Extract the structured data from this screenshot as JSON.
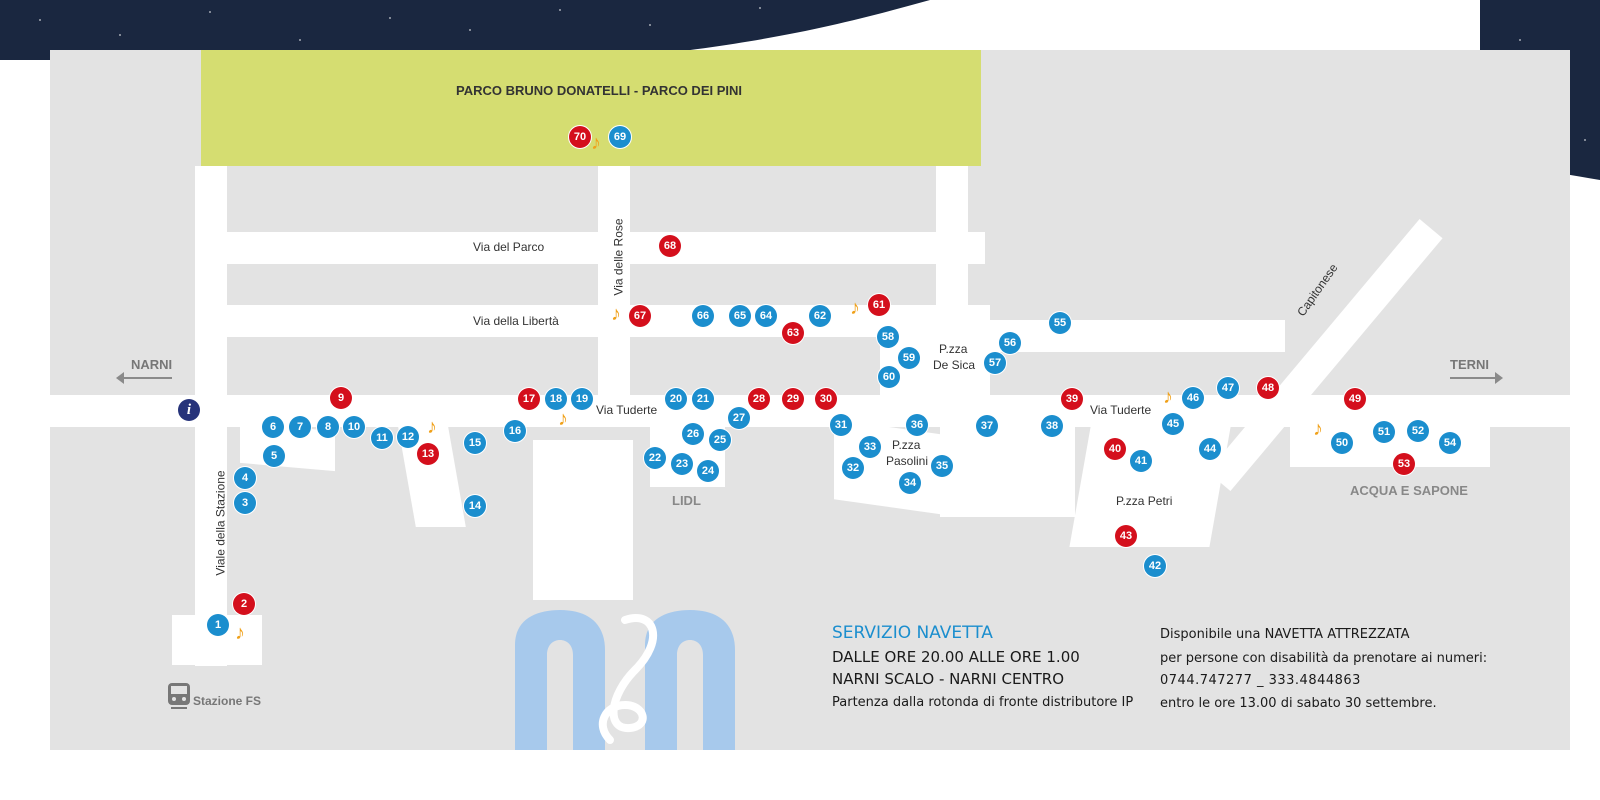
{
  "park": {
    "title": "PARCO BRUNO DONATELLI - PARCO DEI PINI"
  },
  "streets": {
    "via_del_parco": "Via del Parco",
    "via_della_liberta": "Via della Libertà",
    "via_delle_rose": "Via delle Rose",
    "via_tuderte_1": "Via Tuderte",
    "via_tuderte_2": "Via Tuderte",
    "viale_stazione": "Viale della Stazione",
    "capitonese": "Capitonese"
  },
  "places": {
    "pzza_de_sica": [
      "P.zza",
      "De Sica"
    ],
    "pzza_pasolini": [
      "P.zza",
      "Pasolini"
    ],
    "pzza_petri": "P.zza Petri",
    "lidl": "LIDL",
    "acqua_sapone": "ACQUA E SAPONE",
    "stazione": "Stazione FS"
  },
  "directions": {
    "left": "NARNI",
    "right": "TERNI"
  },
  "icons": {
    "info": "i",
    "music": "♪"
  },
  "colors": {
    "blue_pin": "#1b8ece",
    "red_pin": "#d40f1c",
    "music": "#f0a11a",
    "park": "#d5dd71",
    "info": "#26337a",
    "logo": "#a7c9ec"
  },
  "pins": [
    {
      "n": "1",
      "c": "blue"
    },
    {
      "n": "2",
      "c": "red"
    },
    {
      "n": "3",
      "c": "blue"
    },
    {
      "n": "4",
      "c": "blue"
    },
    {
      "n": "5",
      "c": "blue"
    },
    {
      "n": "6",
      "c": "blue"
    },
    {
      "n": "7",
      "c": "blue"
    },
    {
      "n": "8",
      "c": "blue"
    },
    {
      "n": "9",
      "c": "red"
    },
    {
      "n": "10",
      "c": "blue"
    },
    {
      "n": "11",
      "c": "blue"
    },
    {
      "n": "12",
      "c": "blue"
    },
    {
      "n": "13",
      "c": "red"
    },
    {
      "n": "14",
      "c": "blue"
    },
    {
      "n": "15",
      "c": "blue"
    },
    {
      "n": "16",
      "c": "blue"
    },
    {
      "n": "17",
      "c": "red"
    },
    {
      "n": "18",
      "c": "blue"
    },
    {
      "n": "19",
      "c": "blue"
    },
    {
      "n": "20",
      "c": "blue"
    },
    {
      "n": "21",
      "c": "blue"
    },
    {
      "n": "22",
      "c": "blue"
    },
    {
      "n": "23",
      "c": "blue"
    },
    {
      "n": "24",
      "c": "blue"
    },
    {
      "n": "25",
      "c": "blue"
    },
    {
      "n": "26",
      "c": "blue"
    },
    {
      "n": "27",
      "c": "blue"
    },
    {
      "n": "28",
      "c": "red"
    },
    {
      "n": "29",
      "c": "red"
    },
    {
      "n": "30",
      "c": "red"
    },
    {
      "n": "31",
      "c": "blue"
    },
    {
      "n": "32",
      "c": "blue"
    },
    {
      "n": "33",
      "c": "blue"
    },
    {
      "n": "34",
      "c": "blue"
    },
    {
      "n": "35",
      "c": "blue"
    },
    {
      "n": "36",
      "c": "blue"
    },
    {
      "n": "37",
      "c": "blue"
    },
    {
      "n": "38",
      "c": "blue"
    },
    {
      "n": "39",
      "c": "red"
    },
    {
      "n": "40",
      "c": "red"
    },
    {
      "n": "41",
      "c": "blue"
    },
    {
      "n": "42",
      "c": "blue"
    },
    {
      "n": "43",
      "c": "red"
    },
    {
      "n": "44",
      "c": "blue"
    },
    {
      "n": "45",
      "c": "blue"
    },
    {
      "n": "46",
      "c": "blue"
    },
    {
      "n": "47",
      "c": "blue"
    },
    {
      "n": "48",
      "c": "red"
    },
    {
      "n": "49",
      "c": "red"
    },
    {
      "n": "50",
      "c": "blue"
    },
    {
      "n": "51",
      "c": "blue"
    },
    {
      "n": "52",
      "c": "blue"
    },
    {
      "n": "53",
      "c": "red"
    },
    {
      "n": "54",
      "c": "blue"
    },
    {
      "n": "55",
      "c": "blue"
    },
    {
      "n": "56",
      "c": "blue"
    },
    {
      "n": "57",
      "c": "blue"
    },
    {
      "n": "58",
      "c": "blue"
    },
    {
      "n": "59",
      "c": "blue"
    },
    {
      "n": "60",
      "c": "blue"
    },
    {
      "n": "61",
      "c": "red"
    },
    {
      "n": "62",
      "c": "blue"
    },
    {
      "n": "63",
      "c": "red"
    },
    {
      "n": "64",
      "c": "blue"
    },
    {
      "n": "65",
      "c": "blue"
    },
    {
      "n": "66",
      "c": "blue"
    },
    {
      "n": "67",
      "c": "red"
    },
    {
      "n": "68",
      "c": "red"
    },
    {
      "n": "69",
      "c": "blue"
    },
    {
      "n": "70",
      "c": "red"
    }
  ],
  "shuttle": {
    "title": "SERVIZIO NAVETTA",
    "line1": "DALLE ORE 20.00 ALLE ORE 1.00",
    "line2": "NARNI SCALO - NARNI CENTRO",
    "line3": "Partenza dalla rotonda di fronte distributore IP"
  },
  "accessible": {
    "line1": "Disponibile una NAVETTA ATTREZZATA",
    "line2": "per persone con disabilità da prenotare ai numeri:",
    "line3": "0744.747277 _ 333.4844863",
    "line4": "entro le ore 13.00 di sabato 30 settembre."
  }
}
